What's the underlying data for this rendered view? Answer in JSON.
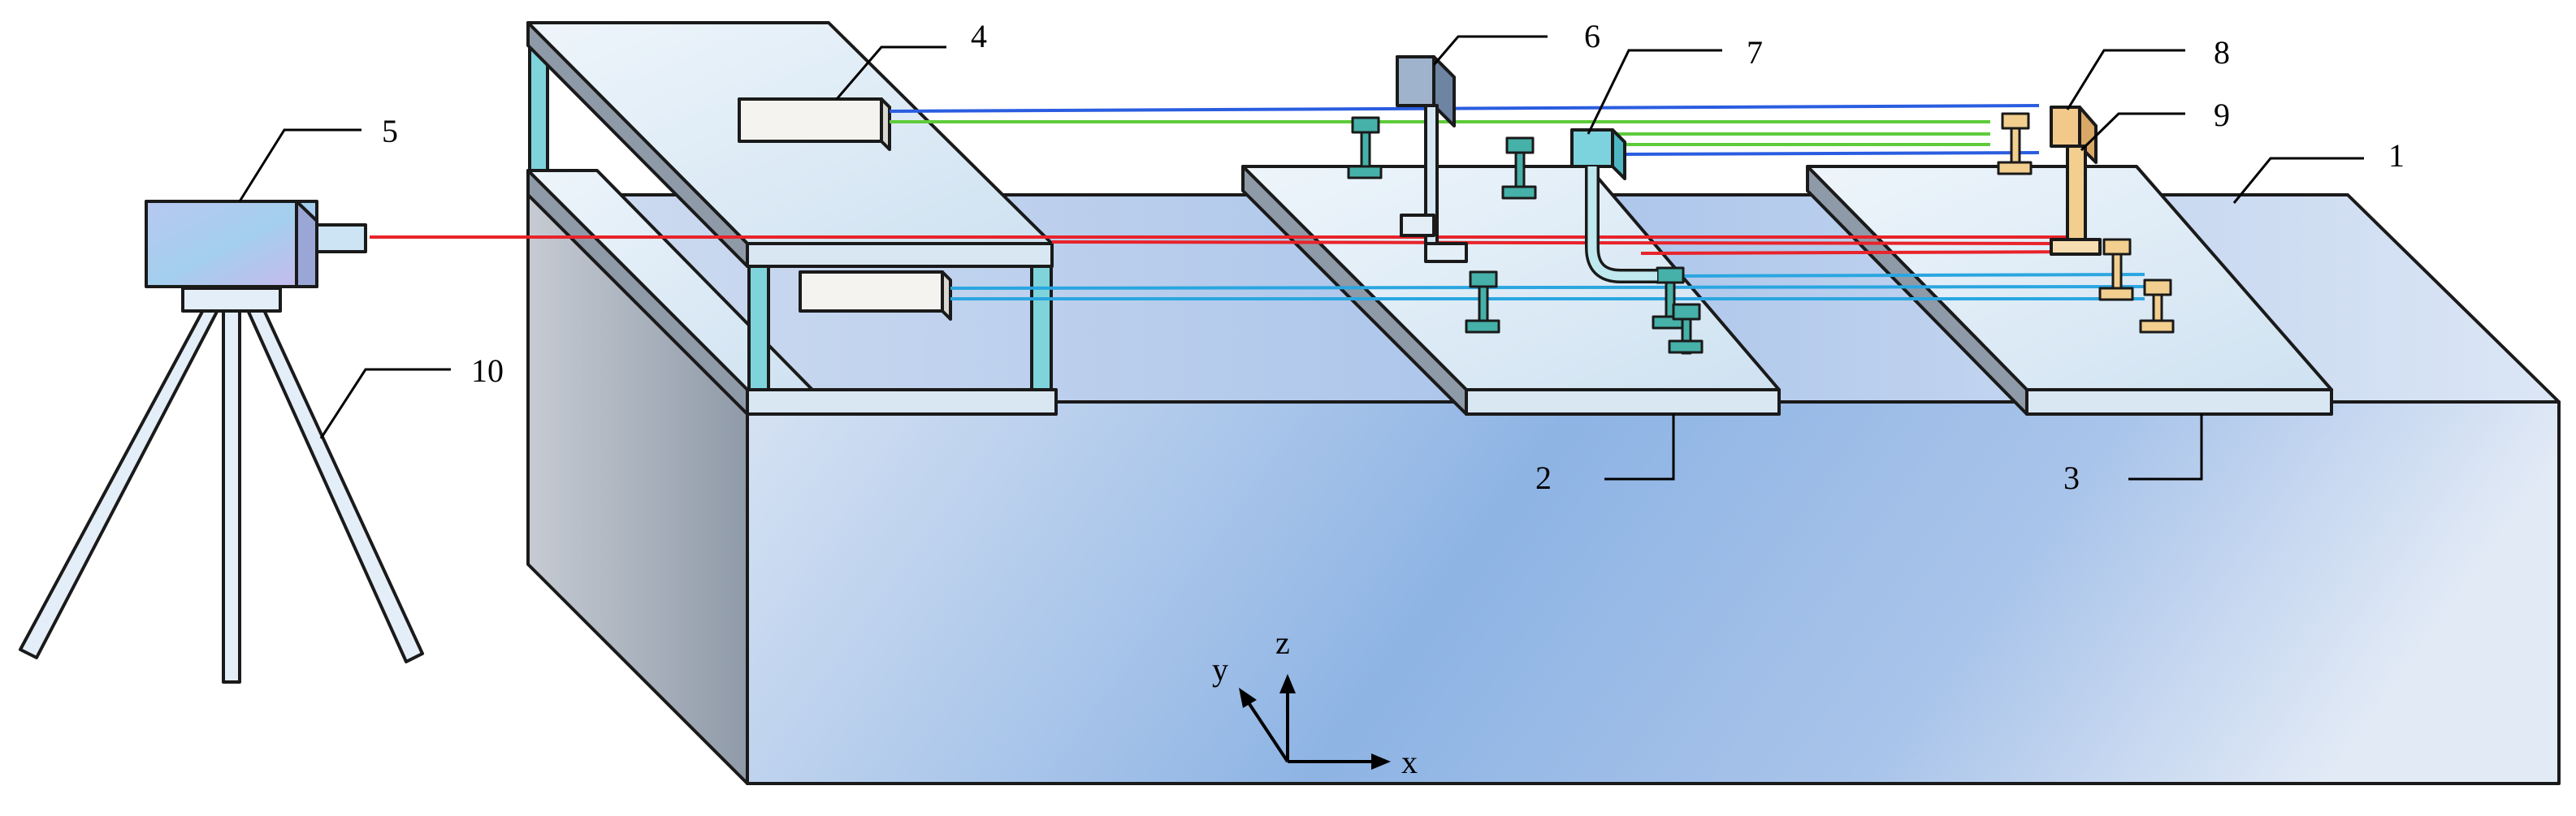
{
  "labels": {
    "l1": "1",
    "l2": "2",
    "l3": "3",
    "l4": "4",
    "l5": "5",
    "l6": "6",
    "l7": "7",
    "l8": "8",
    "l9": "9",
    "l10": "10"
  },
  "axes": {
    "x": "x",
    "y": "y",
    "z": "z"
  },
  "colors": {
    "red_beam": "#e8232a",
    "blue_beam": "#2a5de0",
    "green_beam": "#5ecb3a",
    "cyan_beam": "#2aa6e0",
    "outline": "#1a1a1a"
  }
}
